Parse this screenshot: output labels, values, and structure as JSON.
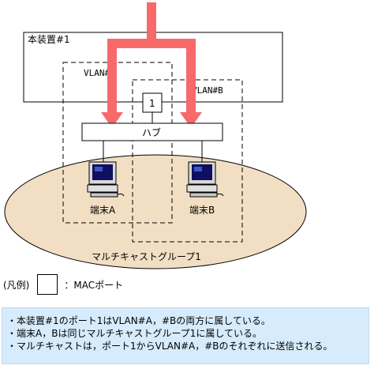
{
  "device": {
    "label": "本装置#1"
  },
  "vlans": [
    {
      "label": "VLAN#A"
    },
    {
      "label": "VLAN#B"
    }
  ],
  "port": {
    "label": "1"
  },
  "hub": {
    "label": "ハブ"
  },
  "terminals": [
    {
      "label": "端末A"
    },
    {
      "label": "端末B"
    }
  ],
  "group": {
    "label": "マルチキャストグループ1"
  },
  "legend": {
    "prefix": "(凡例)",
    "text": "：MACポート"
  },
  "notes": [
    "・本装置#1のポート1はVLAN#A，#Bの両方に属している。",
    "・端末A，Bは同じマルチキャストグループ1に属している。",
    "・マルチキャストは，ポート1からVLAN#A，#Bのそれぞれに送信される。"
  ],
  "colors": {
    "arrow": "#f76a6a",
    "ellipse": "#f2dfc3",
    "note_bg": "#d6ebfc"
  }
}
